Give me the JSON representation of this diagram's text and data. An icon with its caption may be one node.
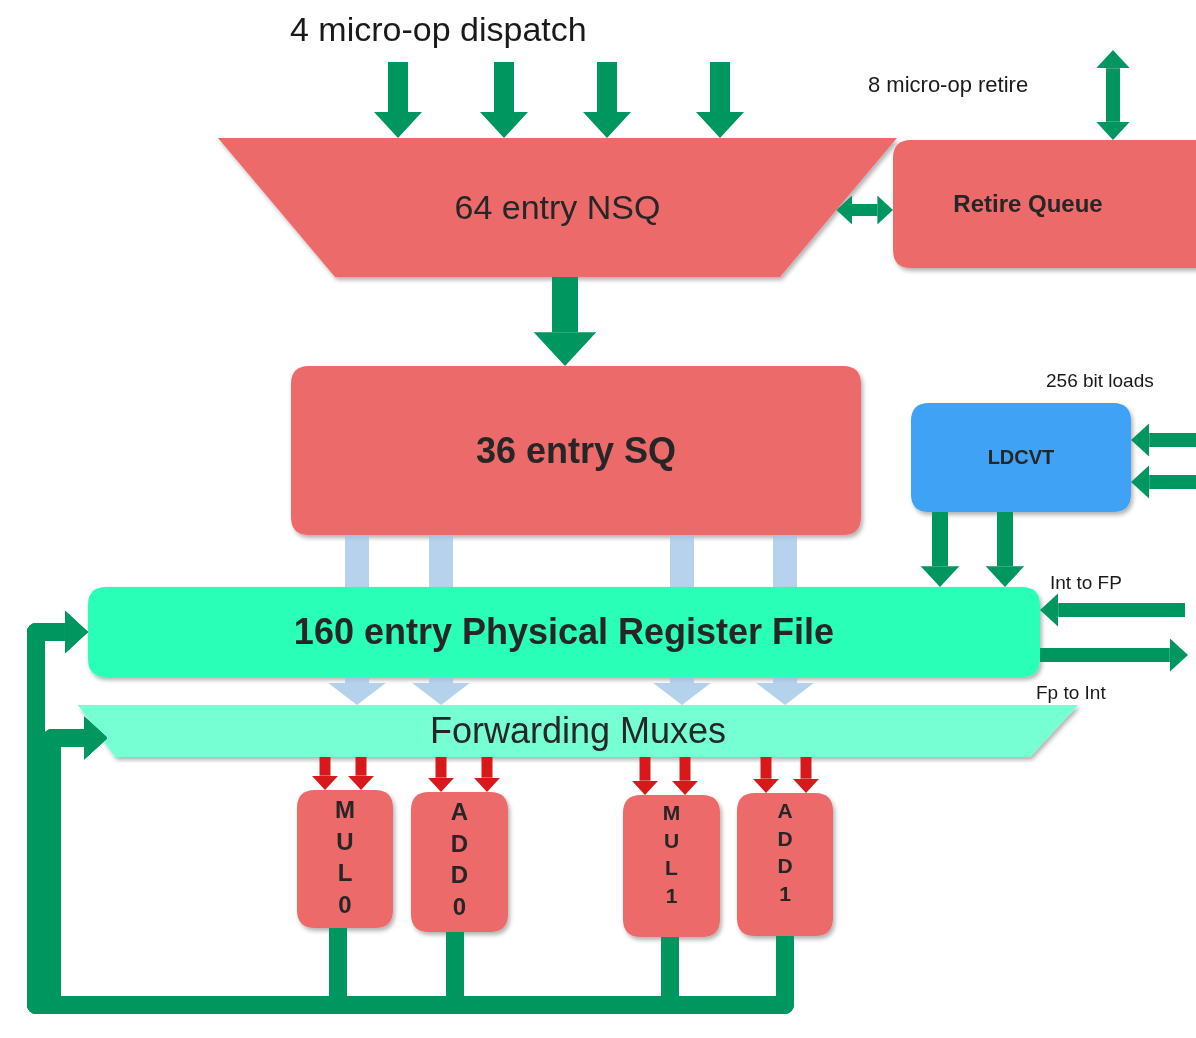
{
  "diagram": {
    "nodes": [
      {
        "text": [
          "64 entry NSQ"
        ]
      },
      {
        "text": [
          "Retire Queue"
        ]
      },
      {
        "text": [
          "36 entry SQ"
        ]
      },
      {
        "text": [
          "LDCVT"
        ]
      },
      {
        "text": [
          "160 entry Physical Register File"
        ]
      },
      {
        "text": [
          "Forwarding Muxes"
        ]
      },
      {
        "text": [
          "MUL0"
        ]
      },
      {
        "text": [
          "ADD0"
        ]
      },
      {
        "text": [
          "MUL1"
        ]
      },
      {
        "text": [
          "ADD1"
        ]
      }
    ],
    "edges": [
      {
        "from": null,
        "to": 0,
        "arrow": "to"
      },
      {
        "from": null,
        "to": 0,
        "arrow": "to"
      },
      {
        "from": null,
        "to": 0,
        "arrow": "to"
      },
      {
        "from": null,
        "to": 0,
        "arrow": "to"
      },
      {
        "from": 1,
        "to": null,
        "arrow": "both"
      },
      {
        "from": 0,
        "to": 1,
        "arrow": "both"
      },
      {
        "from": 0,
        "to": 2,
        "arrow": "to"
      },
      {
        "from": null,
        "to": 3,
        "arrow": "to"
      },
      {
        "from": null,
        "to": 3,
        "arrow": "to"
      },
      {
        "from": 3,
        "to": 4,
        "arrow": "to"
      },
      {
        "from": 3,
        "to": 4,
        "arrow": "to"
      },
      {
        "from": null,
        "to": 4,
        "arrow": "to"
      },
      {
        "from": 4,
        "to": null,
        "arrow": "to"
      },
      {
        "from": 2,
        "to": 4,
        "arrow": "none",
        "color": "#9dc3e6"
      },
      {
        "from": 2,
        "to": 4,
        "arrow": "none",
        "color": "#9dc3e6"
      },
      {
        "from": 2,
        "to": 4,
        "arrow": "none",
        "color": "#9dc3e6"
      },
      {
        "from": 2,
        "to": 4,
        "arrow": "none",
        "color": "#9dc3e6"
      },
      {
        "from": 5,
        "to": 6,
        "arrow": "to",
        "color": "#d7191c"
      },
      {
        "from": 5,
        "to": 6,
        "arrow": "to",
        "color": "#d7191c"
      },
      {
        "from": 5,
        "to": 7,
        "arrow": "to",
        "color": "#d7191c"
      },
      {
        "from": 5,
        "to": 7,
        "arrow": "to",
        "color": "#d7191c"
      },
      {
        "from": 5,
        "to": 8,
        "arrow": "to",
        "color": "#d7191c"
      },
      {
        "from": 5,
        "to": 8,
        "arrow": "to",
        "color": "#d7191c"
      },
      {
        "from": 5,
        "to": 9,
        "arrow": "to",
        "color": "#d7191c"
      },
      {
        "from": 5,
        "to": 9,
        "arrow": "to",
        "color": "#d7191c"
      },
      {
        "from": 6,
        "to": 4,
        "arrow": "to"
      },
      {
        "from": 7,
        "to": 4,
        "arrow": "to"
      },
      {
        "from": 8,
        "to": 4,
        "arrow": "to"
      },
      {
        "from": 9,
        "to": 4,
        "arrow": "to"
      },
      {
        "from": 6,
        "to": 5,
        "arrow": "to"
      },
      {
        "from": 7,
        "to": 5,
        "arrow": "to"
      },
      {
        "from": 8,
        "to": 5,
        "arrow": "to"
      },
      {
        "from": 9,
        "to": 5,
        "arrow": "to"
      },
      {
        "from": 4,
        "to": 5,
        "arrow": "to",
        "color": "#9dc3e6"
      },
      {
        "from": 4,
        "to": 5,
        "arrow": "to",
        "color": "#9dc3e6"
      },
      {
        "from": 4,
        "to": 5,
        "arrow": "to",
        "color": "#9dc3e6"
      },
      {
        "from": 4,
        "to": 5,
        "arrow": "to",
        "color": "#9dc3e6"
      }
    ],
    "labels": [
      "4 micro-op dispatch",
      "8 micro-op retire",
      "256 bit loads",
      "Int to FP",
      "Fp to Int"
    ]
  }
}
